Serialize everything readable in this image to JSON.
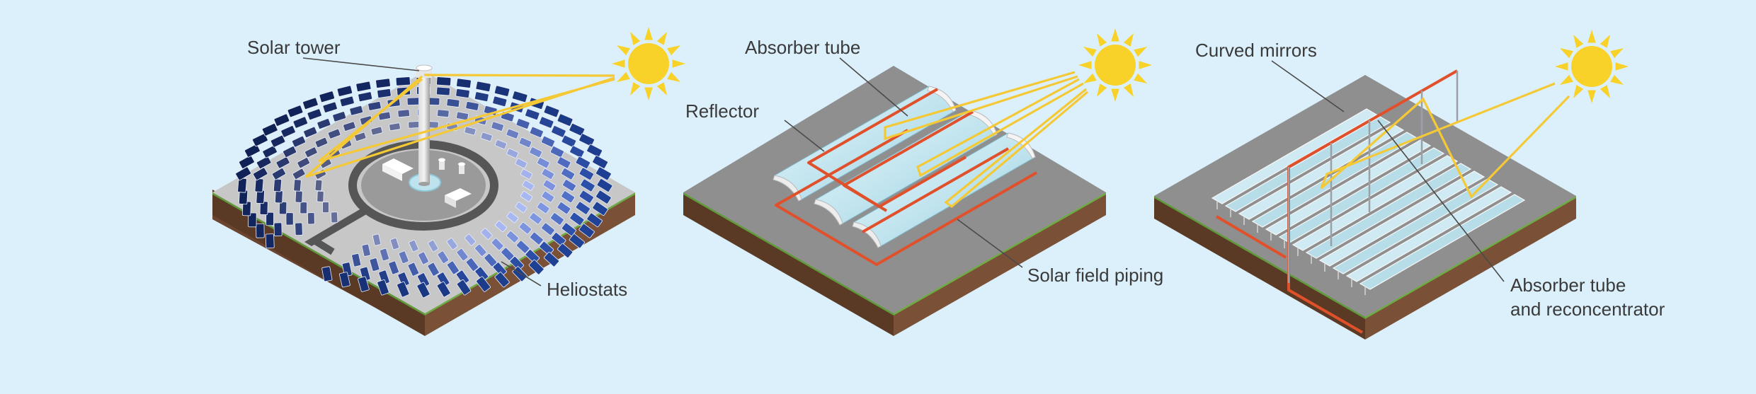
{
  "panels": [
    {
      "labels": {
        "tower": "Solar tower",
        "heliostats": "Heliostats"
      },
      "icons": [
        "sun-icon"
      ]
    },
    {
      "labels": {
        "absorber": "Absorber tube",
        "reflector": "Reflector",
        "piping": "Solar field piping"
      },
      "icons": [
        "sun-icon"
      ]
    },
    {
      "labels": {
        "mirrors": "Curved mirrors",
        "absorber_line1": "Absorber tube",
        "absorber_line2": "and reconcentrator"
      },
      "icons": [
        "sun-icon"
      ]
    }
  ],
  "colors": {
    "background": "#dcf0fb",
    "ground_top_light": "#c7c7c7",
    "ground_top_dark": "#8f8f8f",
    "grass": "#5f9b3a",
    "soil_front": "#7a5136",
    "soil_side": "#5a3a24",
    "sun": "#f8d228",
    "rays": "#f4c935",
    "pipe": "#e0512b",
    "heliostat_inner": "#a9b9e0",
    "heliostat_outer": "#1f4a8a",
    "mirror": "#bfe3ee"
  }
}
